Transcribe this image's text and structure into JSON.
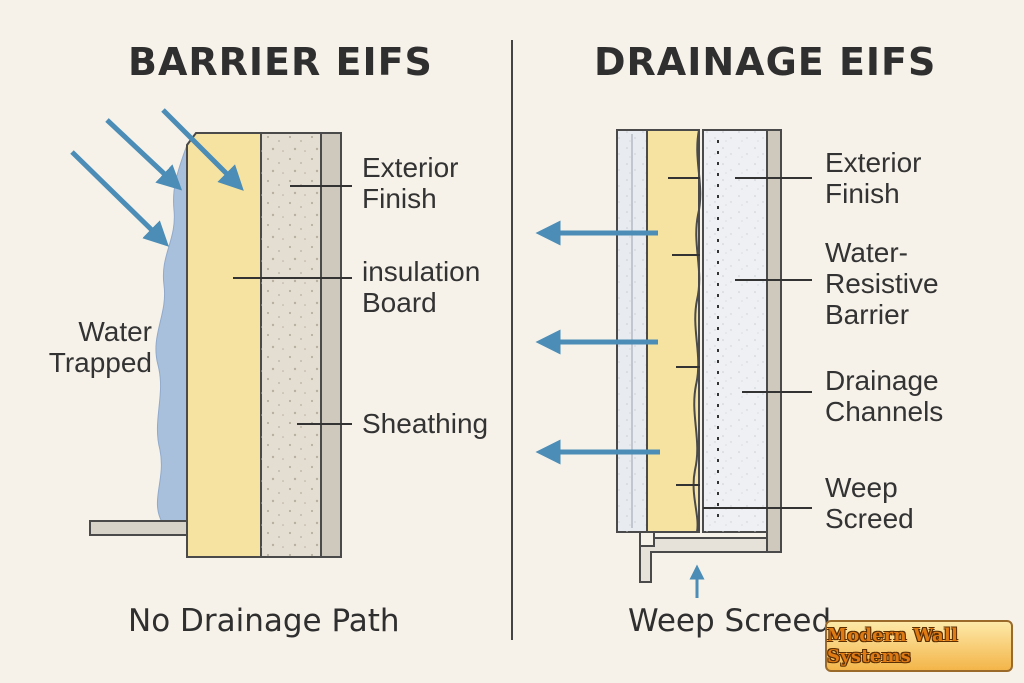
{
  "colors": {
    "background": "#f6f2ea",
    "insulation": "#f7e3a1",
    "sheathing": "#e4ded2",
    "water": "#a8c0dc",
    "arrow": "#4b8db6",
    "outline": "#4a4a4a",
    "channel": "#e8ebef"
  },
  "left": {
    "title": "BARRIER EIFS",
    "labels": {
      "finish": "Exterior\nFinish",
      "insulation": "insulation\nBoard",
      "sheathing": "Sheathing",
      "water": "Water\nTrapped"
    },
    "caption": "No Drainage Path"
  },
  "right": {
    "title": "DRAINAGE EIFS",
    "labels": {
      "finish": "Exterior\nFinish",
      "barrier": "Water-\nResistive\nBarrier",
      "channels": "Drainage\nChannels",
      "weep": "Weep\nScreed"
    },
    "caption": "Weep Screed"
  },
  "logo": {
    "text": "Modern Wall Systems"
  }
}
